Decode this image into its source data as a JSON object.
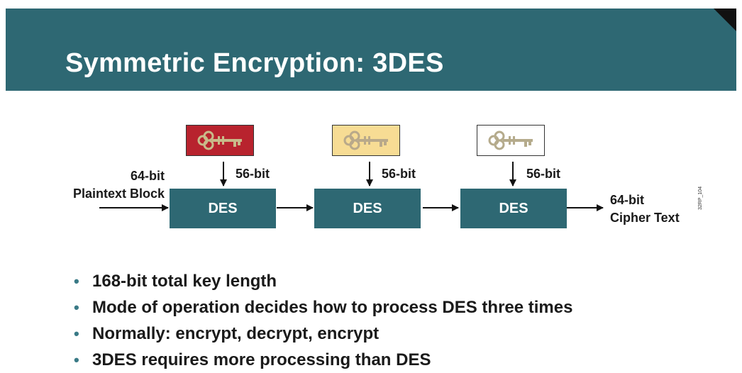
{
  "slide": {
    "title": "Symmetric Encryption:  3DES"
  },
  "diagram": {
    "input_label_1": "64-bit",
    "input_label_2": "Plaintext Block",
    "key_size_label": "56-bit",
    "des_label": "DES",
    "output_label_1": "64-bit",
    "output_label_2": "Cipher Text",
    "figure_code": "32RP_104",
    "key_colors": [
      "#b8232e",
      "#f7dc94",
      "#ffffff"
    ],
    "key_icon": "key-icon"
  },
  "bullets": [
    "168-bit total key length",
    "Mode of operation decides how to process DES three times",
    "Normally: encrypt, decrypt, encrypt",
    "3DES requires more processing than DES"
  ]
}
